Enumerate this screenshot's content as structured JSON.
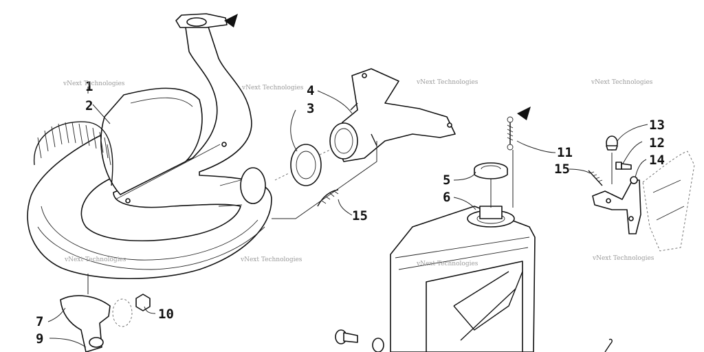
{
  "diagram": {
    "callouts": [
      {
        "id": "c1",
        "label": "1"
      },
      {
        "id": "c2",
        "label": "2"
      },
      {
        "id": "c3",
        "label": "3"
      },
      {
        "id": "c4",
        "label": "4"
      },
      {
        "id": "c5",
        "label": "5"
      },
      {
        "id": "c6",
        "label": "6"
      },
      {
        "id": "c7",
        "label": "7"
      },
      {
        "id": "c9",
        "label": "9"
      },
      {
        "id": "c10",
        "label": "10"
      },
      {
        "id": "c11",
        "label": "11"
      },
      {
        "id": "c12",
        "label": "12"
      },
      {
        "id": "c13",
        "label": "13"
      },
      {
        "id": "c14",
        "label": "14"
      },
      {
        "id": "c15a",
        "label": "15"
      },
      {
        "id": "c15b",
        "label": "15"
      }
    ],
    "watermark": "vNext Technologies"
  }
}
